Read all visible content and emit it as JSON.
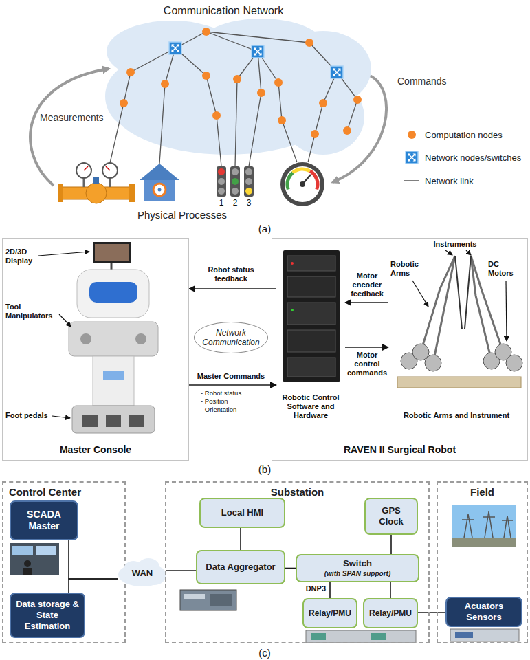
{
  "diagram": {
    "nodes": [
      {
        "text": [
          "Communication Network"
        ]
      },
      {
        "text": [
          "Master Console"
        ]
      },
      {
        "text": [
          "Network Communication"
        ]
      },
      {
        "text": [
          "RAVEN II Surgical Robot"
        ]
      },
      {
        "text": [
          "Robotic Control Software and Hardware"
        ],
        "in": 3
      },
      {
        "text": [
          "Robotic Arms and Instrument"
        ],
        "in": 3
      },
      {
        "text": [
          "Control Center"
        ]
      },
      {
        "text": [
          "SCADA Master"
        ],
        "in": 6
      },
      {
        "text": [
          "Data storage & State Estimation"
        ],
        "in": 6
      },
      {
        "text": [
          "WAN"
        ]
      },
      {
        "text": [
          "Substation"
        ]
      },
      {
        "text": [
          "Local HMI"
        ],
        "in": 10
      },
      {
        "text": [
          "GPS Clock"
        ],
        "in": 10
      },
      {
        "text": [
          "Data Aggregator"
        ],
        "in": 10
      },
      {
        "text": [
          "Switch",
          "(with SPAN support)"
        ],
        "in": 10
      },
      {
        "text": [
          "Relay/PMU"
        ],
        "in": 10
      },
      {
        "text": [
          "Relay/PMU"
        ],
        "in": 10
      },
      {
        "text": [
          "Field"
        ]
      },
      {
        "text": [
          "Acuators Sensors"
        ],
        "in": 17
      }
    ],
    "edges": [
      {
        "from": 4,
        "to": 1,
        "label": "Robot status feedback",
        "arrow": "to"
      },
      {
        "from": 1,
        "to": 4,
        "label": "Master Commands",
        "arrow": "to"
      },
      {
        "from": 5,
        "to": 4,
        "label": "Motor encoder feedback",
        "arrow": "to"
      },
      {
        "from": 4,
        "to": 5,
        "label": "Motor control commands",
        "arrow": "to"
      },
      {
        "from": 7,
        "to": 9,
        "arrow": "none"
      },
      {
        "from": 8,
        "to": 9,
        "arrow": "none"
      },
      {
        "from": 9,
        "to": 13,
        "arrow": "none"
      },
      {
        "from": 13,
        "to": 11,
        "arrow": "none"
      },
      {
        "from": 13,
        "to": 14,
        "arrow": "none"
      },
      {
        "from": 14,
        "to": 12,
        "arrow": "none"
      },
      {
        "from": 14,
        "to": 15,
        "label": "DNP3",
        "arrow": "none"
      },
      {
        "from": 14,
        "to": 16,
        "arrow": "none"
      },
      {
        "from": 16,
        "to": 18,
        "arrow": "none"
      }
    ],
    "labels": [
      "Measurements",
      "Commands",
      "1",
      "2",
      "3",
      "Physical Processes",
      "(a)",
      "2D/3D Display",
      "Tool Manipulators",
      "Foot pedals",
      "- Robot status",
      "- Position",
      "- Orientation",
      "Instruments",
      "Robotic Arms",
      "DC Motors",
      "(b)",
      "(c)"
    ],
    "legend": [
      {
        "text": "Computation nodes",
        "color": "#f5872a"
      },
      {
        "text": "Network nodes/switches"
      },
      {
        "text": "Network link"
      }
    ]
  }
}
